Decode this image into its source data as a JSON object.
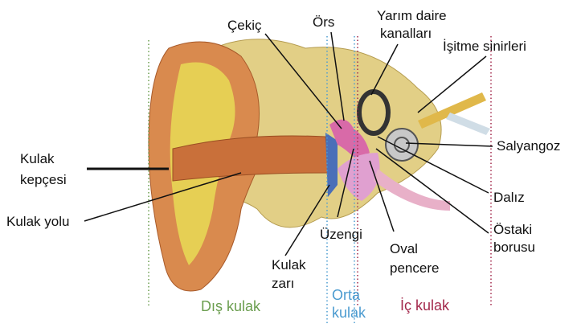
{
  "labels": {
    "cekic": "Çekiç",
    "ors": "Örs",
    "yarim_daire_1": "Yarım daire",
    "yarim_daire_2": "kanalları",
    "isitme": "İşitme sinirleri",
    "kulak_kepcesi_1": "Kulak",
    "kulak_kepcesi_2": "kepçesi",
    "salyangoz": "Salyangoz",
    "kulak_yolu": "Kulak yolu",
    "daliz": "Dalız",
    "ostaki_1": "Östaki",
    "ostaki_2": "borusu",
    "uzengi": "Üzengi",
    "oval_1": "Oval",
    "oval_2": "pencere",
    "kulak_zari_1": "Kulak",
    "kulak_zari_2": "zarı"
  },
  "sections": {
    "dis": {
      "label": "Dış kulak",
      "color": "#6b9e4f"
    },
    "orta_1": "Orta",
    "orta_2": "kulak",
    "orta_color": "#4b9bd0",
    "ic": {
      "label": "İç kulak",
      "color": "#a3284b"
    }
  }
}
